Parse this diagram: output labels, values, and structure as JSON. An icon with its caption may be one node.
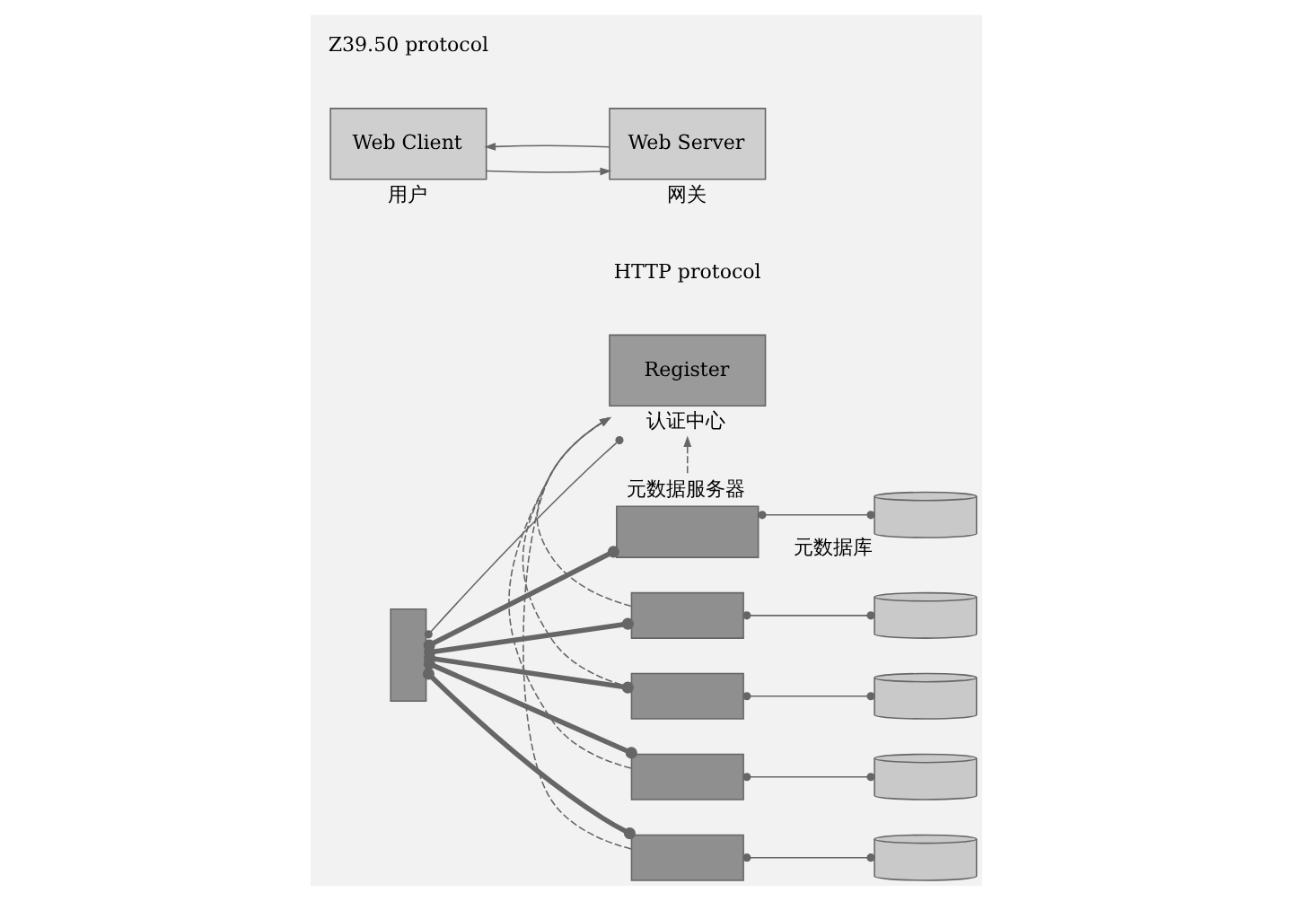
{
  "diagram": {
    "nodes": [
      {
        "text": [
          "Register"
        ],
        "beside": [
          "认证中心"
        ]
      },
      {
        "text": [
          "Web Client"
        ],
        "beside": [
          "用户"
        ]
      },
      {
        "text": [
          "Web Server"
        ],
        "beside": [
          "网关"
        ]
      },
      {
        "text": [],
        "shape": "box"
      },
      {
        "text": [],
        "shape": "box",
        "beside": [
          "元数据服务器"
        ]
      },
      {
        "text": [],
        "shape": "box"
      },
      {
        "text": [],
        "shape": "box"
      },
      {
        "text": [],
        "shape": "box"
      },
      {
        "text": [],
        "shape": "box"
      },
      {
        "text": [],
        "shape": "cylinder",
        "beside": [
          "元数据库"
        ]
      },
      {
        "text": [],
        "shape": "cylinder"
      },
      {
        "text": [],
        "shape": "cylinder"
      },
      {
        "text": [],
        "shape": "cylinder"
      },
      {
        "text": [],
        "shape": "cylinder"
      }
    ],
    "edges": [
      {
        "from": 2,
        "to": 1,
        "arrow": "to"
      },
      {
        "from": 1,
        "to": 2,
        "arrow": "to"
      },
      {
        "from": 3,
        "to": 0,
        "arrow": "other"
      },
      {
        "from": 3,
        "to": 4,
        "arrow": "other",
        "style": "thick"
      },
      {
        "from": 3,
        "to": 5,
        "arrow": "other",
        "style": "thick"
      },
      {
        "from": 3,
        "to": 6,
        "arrow": "other",
        "style": "thick"
      },
      {
        "from": 3,
        "to": 7,
        "arrow": "other",
        "style": "thick"
      },
      {
        "from": 3,
        "to": 8,
        "arrow": "other",
        "style": "thick"
      },
      {
        "from": 4,
        "to": 0,
        "arrow": "to",
        "style": "dashed"
      },
      {
        "from": 5,
        "to": 0,
        "arrow": "to",
        "style": "dashed"
      },
      {
        "from": 6,
        "to": 0,
        "arrow": "to",
        "style": "dashed"
      },
      {
        "from": 7,
        "to": 0,
        "arrow": "to",
        "style": "dashed"
      },
      {
        "from": 8,
        "to": 0,
        "arrow": "to",
        "style": "dashed"
      },
      {
        "from": 4,
        "to": 9,
        "arrow": "other"
      },
      {
        "from": 5,
        "to": 10,
        "arrow": "other"
      },
      {
        "from": 6,
        "to": 11,
        "arrow": "other"
      },
      {
        "from": 7,
        "to": 12,
        "arrow": "other"
      },
      {
        "from": 8,
        "to": 13,
        "arrow": "other"
      }
    ],
    "labels": [
      "HTTP protocol",
      "Z39.50 protocol"
    ]
  }
}
